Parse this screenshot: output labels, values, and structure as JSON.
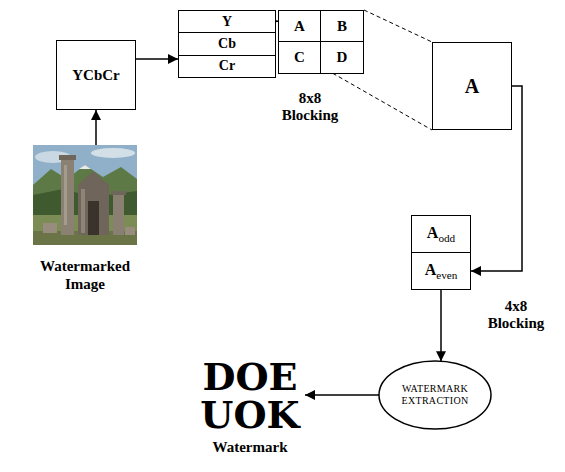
{
  "diagram": {
    "nodes": [
      {
        "text": [
          "YCbCr"
        ]
      },
      {
        "text": [
          "Y",
          "Cb",
          "Cr"
        ]
      },
      {
        "text": [
          "A",
          "B",
          "C",
          "D"
        ]
      },
      {
        "text": [
          "A"
        ]
      },
      {
        "text": [
          "Watermarked Image"
        ]
      },
      {
        "text": [
          "A",
          "odd"
        ]
      },
      {
        "text": [
          "A",
          "even"
        ]
      },
      {
        "text": [
          "WATERMARK EXTRACTION"
        ]
      },
      {
        "text": [
          "DOE UOK",
          "Watermark"
        ]
      }
    ],
    "edges": [
      {
        "from": 4,
        "to": 0,
        "arrow": "to"
      },
      {
        "from": 0,
        "to": 1,
        "arrow": "to"
      },
      {
        "from": 1,
        "to": 2,
        "arrow": "to"
      },
      {
        "from": 2,
        "to": 3,
        "arrow": "none"
      },
      {
        "from": 3,
        "to": 6,
        "arrow": "to"
      },
      {
        "from": 6,
        "to": 7,
        "arrow": "to"
      },
      {
        "from": 7,
        "to": 8,
        "arrow": "to"
      }
    ],
    "labels": [
      "8x8 Blocking",
      "4x8 Blocking"
    ]
  }
}
